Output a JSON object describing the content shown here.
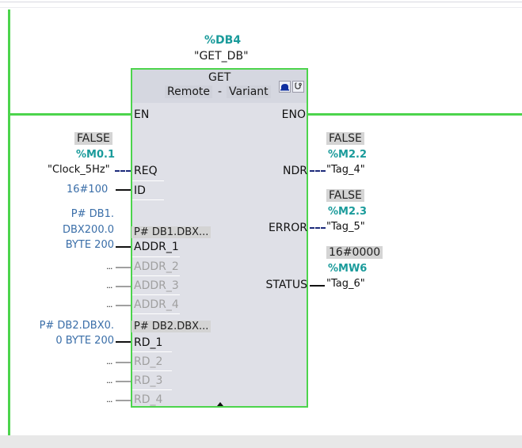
{
  "instance": {
    "db_address": "%DB4",
    "db_name": "\"GET_DB\""
  },
  "block": {
    "title": "GET",
    "variant_left": "Remote",
    "variant_sep": "-",
    "variant_right": "Variant",
    "icons": [
      "remote-connection-icon",
      "diagnostics-stethoscope-icon"
    ],
    "en_label": "EN",
    "eno_label": "ENO",
    "inputs": [
      {
        "pin": "REQ",
        "monitor": "FALSE",
        "address": "%M0.1",
        "tag": "\"Clock_5Hz\"",
        "wire": "dashed"
      },
      {
        "pin": "ID",
        "value": "16#100",
        "wire": "solid"
      },
      {
        "pin": "ADDR_1",
        "value_lines": [
          "P# DB1.",
          "DBX200.0",
          "BYTE 200"
        ],
        "inline_value": "P# DB1.DBX...",
        "wire": "solid"
      },
      {
        "pin": "ADDR_2",
        "value": "...",
        "wire": "gray"
      },
      {
        "pin": "ADDR_3",
        "value": "...",
        "wire": "gray"
      },
      {
        "pin": "ADDR_4",
        "value": "...",
        "wire": "gray"
      },
      {
        "pin": "RD_1",
        "value_lines": [
          "P# DB2.DBX0.",
          "0 BYTE 200"
        ],
        "inline_value": "P# DB2.DBX...",
        "wire": "solid"
      },
      {
        "pin": "RD_2",
        "value": "...",
        "wire": "gray"
      },
      {
        "pin": "RD_3",
        "value": "...",
        "wire": "gray"
      },
      {
        "pin": "RD_4",
        "value": "...",
        "wire": "gray"
      }
    ],
    "outputs": [
      {
        "pin": "NDR",
        "monitor": "FALSE",
        "address": "%M2.2",
        "tag": "\"Tag_4\"",
        "wire": "dashed"
      },
      {
        "pin": "ERROR",
        "monitor": "FALSE",
        "address": "%M2.3",
        "tag": "\"Tag_5\"",
        "wire": "dashed"
      },
      {
        "pin": "STATUS",
        "monitor": "16#0000",
        "address": "%MW6",
        "tag": "\"Tag_6\"",
        "wire": "solid"
      }
    ]
  },
  "colors": {
    "power_flow": "#4cd44c",
    "address": "#1a9b9b",
    "constant": "#3a6ea8",
    "block_bg": "#dfe0e7"
  }
}
